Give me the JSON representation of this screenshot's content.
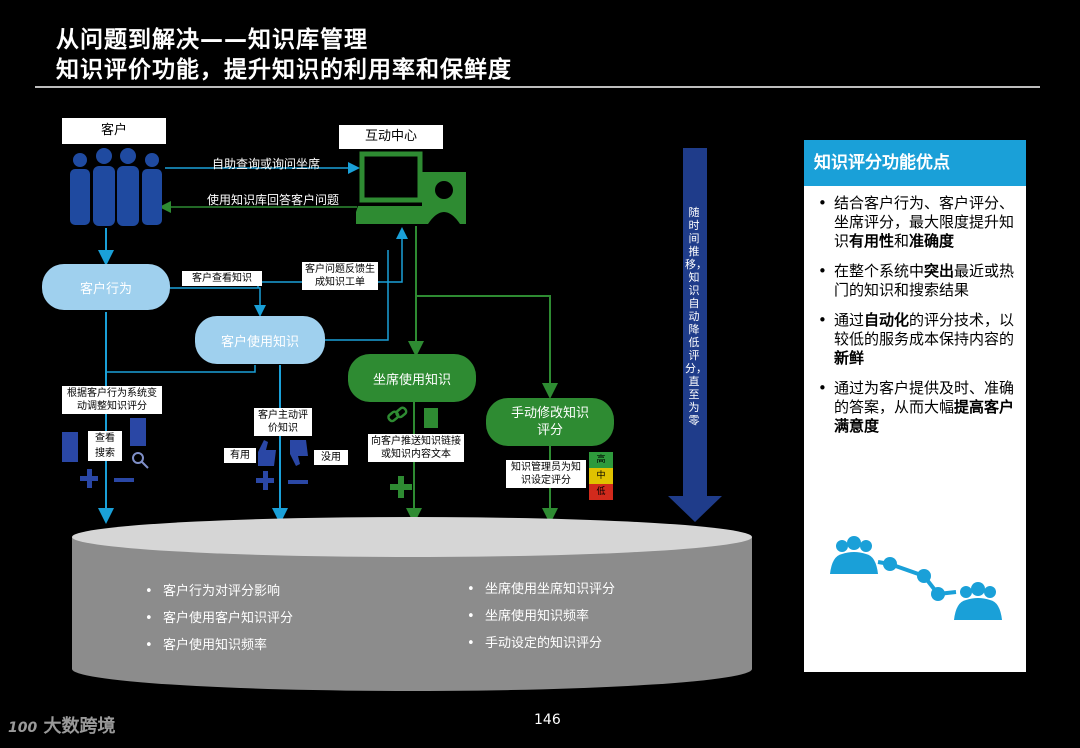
{
  "header": {
    "title_line1": "从问题到解决——知识库管理",
    "title_line2": "知识评价功能，提升知识的利用率和保鲜度"
  },
  "diagram": {
    "customer_label": "客户",
    "interaction_center_label": "互动中心",
    "self_service_text": "自助查询或询问坐席",
    "answer_text": "使用知识库回答客户问题",
    "customer_behavior": "客户行为",
    "customer_view_knowledge": "客户查看知识",
    "feedback_text": "客户问题反馈生成知识工单",
    "customer_use_knowledge": "客户使用知识",
    "agent_use_knowledge": "坐席使用知识",
    "manual_edit_score": "手动修改知识评分",
    "system_adjust_text": "根据客户行为系统变动调整知识评分",
    "view_tag": "查看",
    "search_tag": "搜索",
    "active_eval_text": "客户主动评价知识",
    "useful_tag": "有用",
    "useless_tag": "没用",
    "push_text": "向客户推送知识链接或知识内容文本",
    "manager_score_text": "知识管理员为知识设定评分",
    "levels": [
      "高",
      "中",
      "低"
    ],
    "level_colors": [
      "#2e9a3c",
      "#e0c200",
      "#d22a1c"
    ],
    "vertical_arrow_text": "随时间推移，知识自动降低评分，直至为零",
    "cylinder_left": [
      "客户行为对评分影响",
      "客户使用客户知识评分",
      "客户使用知识频率"
    ],
    "cylinder_right": [
      "坐席使用坐席知识评分",
      "坐席使用知识频率",
      "手动设定的知识评分"
    ]
  },
  "panel": {
    "heading": "知识评分功能优点",
    "bullets": [
      [
        "结合客户行为、客户评分、坐席评分，最大限度提升知识",
        "有用性",
        "和",
        "准确度",
        ""
      ],
      [
        "在整个系统中",
        "突出",
        "最近或热门的知识和搜索结果",
        "",
        ""
      ],
      [
        "通过",
        "自动化",
        "的评分技术，以较低的服务成本保持内容的",
        "新鲜",
        ""
      ],
      [
        "通过为客户提供及时、准确的答案，从而大幅",
        "提高客户满意度",
        "",
        "",
        ""
      ]
    ]
  },
  "footer": {
    "page_number": "146",
    "logo_mark": "100",
    "logo_text": "大数跨境"
  },
  "colors": {
    "accent_blue": "#1aa0d8",
    "light_blue": "#9fd0ee",
    "green": "#2e8b32",
    "navy": "#1f3c8a"
  }
}
